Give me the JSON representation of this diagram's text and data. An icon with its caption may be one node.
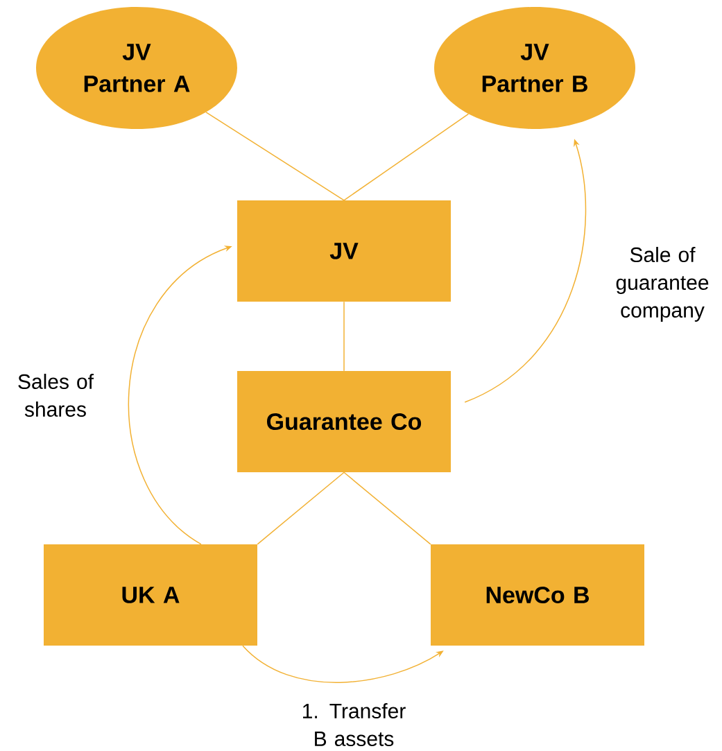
{
  "diagram": {
    "nodes": [
      {
        "text": [
          "JV Partner A"
        ]
      },
      {
        "text": [
          "JV Partner B"
        ]
      },
      {
        "text": [
          "JV"
        ]
      },
      {
        "text": [
          "Guarantee Co"
        ]
      },
      {
        "text": [
          "UK A"
        ]
      },
      {
        "text": [
          "NewCo B"
        ]
      }
    ],
    "edges": [
      {
        "from": 0,
        "to": 2,
        "arrow": "none"
      },
      {
        "from": 1,
        "to": 2,
        "arrow": "none"
      },
      {
        "from": 2,
        "to": 3,
        "arrow": "none"
      },
      {
        "from": 3,
        "to": 4,
        "arrow": "none"
      },
      {
        "from": 3,
        "to": 5,
        "arrow": "none"
      },
      {
        "from": 4,
        "to": 2,
        "arrow": "to",
        "label": "Sales of shares"
      },
      {
        "from": 3,
        "to": 1,
        "arrow": "to",
        "label": "Sale of guarantee company"
      },
      {
        "from": 4,
        "to": 5,
        "arrow": "to",
        "label": "1. Transfer B assets"
      }
    ]
  }
}
